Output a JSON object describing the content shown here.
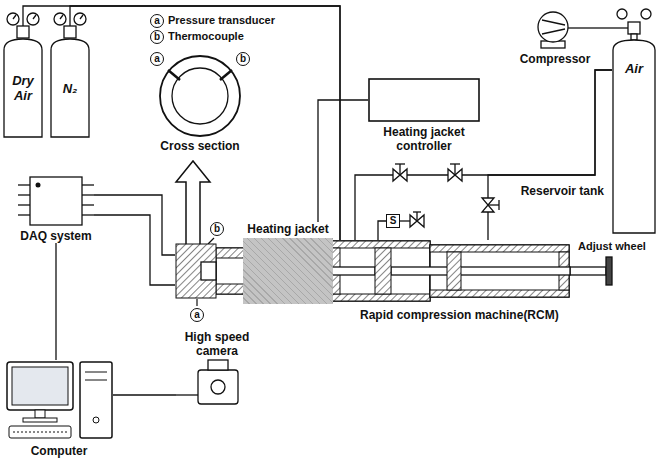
{
  "diagram": {
    "nodes": [
      {
        "text": [
          "Dry Air"
        ]
      },
      {
        "text": [
          "N₂"
        ]
      },
      {
        "text": [
          "Cross section"
        ]
      },
      {
        "text": [
          "Heating jacket controller"
        ]
      },
      {
        "text": [
          "Compressor"
        ]
      },
      {
        "text": [
          "Air",
          "Reservoir tank"
        ]
      },
      {
        "text": [
          "DAQ system"
        ]
      },
      {
        "text": [
          "Heating jacket"
        ]
      },
      {
        "text": [
          "Rapid compression machine(RCM)"
        ]
      },
      {
        "text": [
          "High speed camera"
        ]
      },
      {
        "text": [
          "Computer"
        ]
      }
    ],
    "edges": [
      {
        "from": 0,
        "to": 8,
        "arrow": "none"
      },
      {
        "from": 1,
        "to": 8,
        "arrow": "none"
      },
      {
        "from": 3,
        "to": 7,
        "arrow": "none"
      },
      {
        "from": 4,
        "to": 5,
        "arrow": "none"
      },
      {
        "from": 5,
        "to": 8,
        "arrow": "none"
      },
      {
        "from": 5,
        "to": 8,
        "arrow": "none"
      },
      {
        "from": 6,
        "to": 8,
        "arrow": "none"
      },
      {
        "from": 6,
        "to": 8,
        "arrow": "none"
      },
      {
        "from": 6,
        "to": 10,
        "arrow": "none"
      },
      {
        "from": 9,
        "to": 10,
        "arrow": "none"
      }
    ],
    "labels": [
      "a",
      "Pressure transducer",
      "b",
      "Thermocouple",
      "a",
      "b",
      "S",
      "b",
      "Adjust wheel",
      "a"
    ]
  }
}
